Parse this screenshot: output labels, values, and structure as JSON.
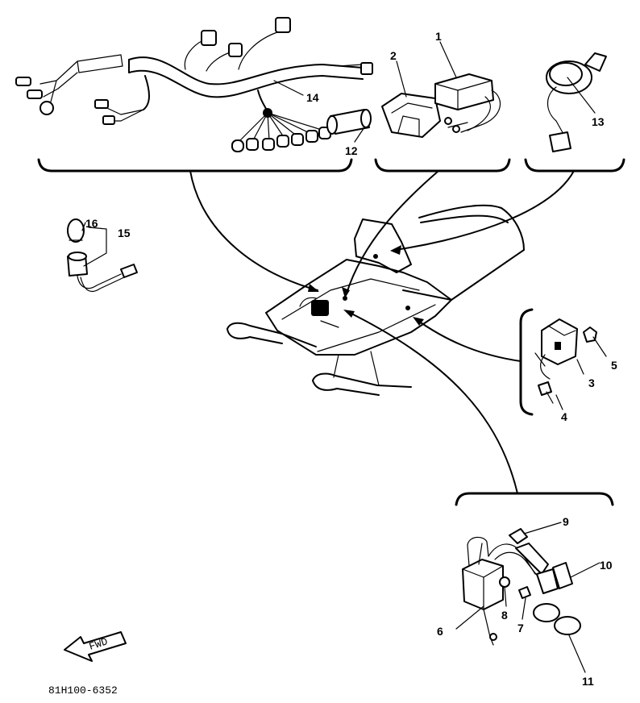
{
  "diagram": {
    "part_code": "81H100-6352",
    "fwd_label": "FWD",
    "callouts": {
      "c1": "1",
      "c2": "2",
      "c3": "3",
      "c4": "4",
      "c5": "5",
      "c6": "6",
      "c7": "7",
      "c8": "8",
      "c9": "9",
      "c10": "10",
      "c11": "11",
      "c12": "12",
      "c13": "13",
      "c14": "14",
      "c15": "15",
      "c16": "16"
    }
  }
}
